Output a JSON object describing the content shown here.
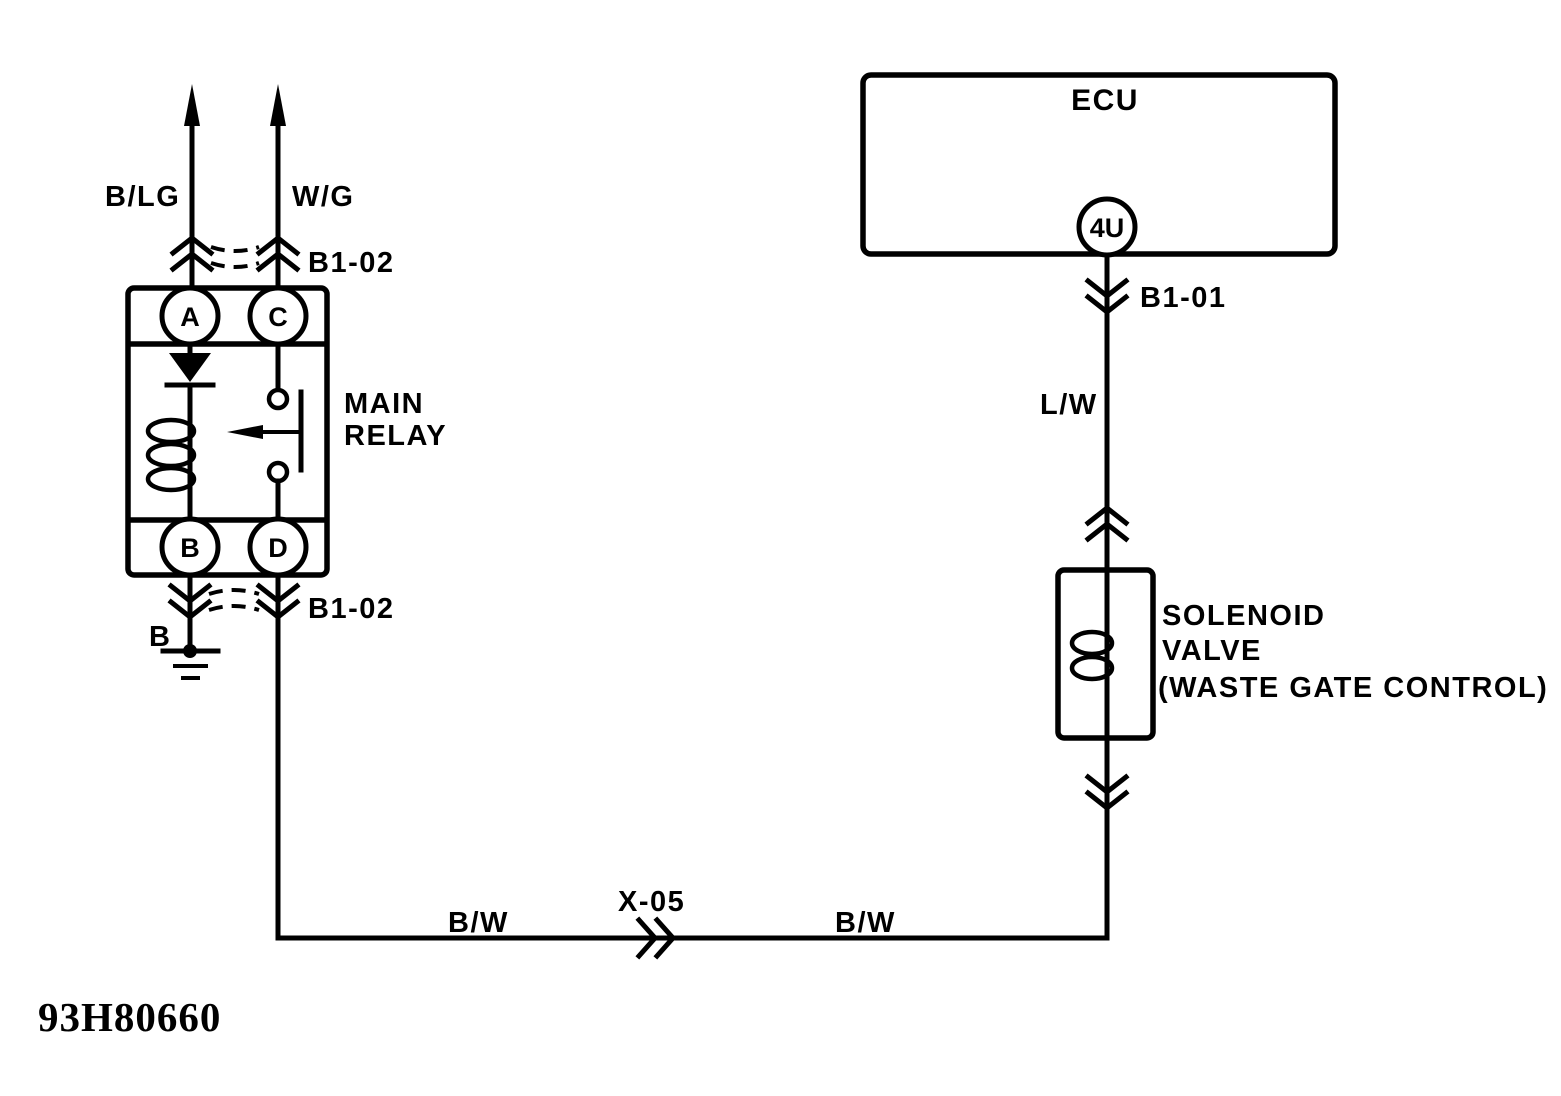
{
  "figure_id": "93H80660",
  "colors": {
    "ink": "#000000",
    "paper": "#ffffff"
  },
  "left_circuit": {
    "feed_wire_left_label": "B/LG",
    "feed_wire_right_label": "W/G",
    "connector_top": "B1-02",
    "relay": {
      "label_line1": "MAIN",
      "label_line2": "RELAY",
      "terminal_a": "A",
      "terminal_c": "C",
      "terminal_b": "B",
      "terminal_d": "D"
    },
    "connector_bottom": "B1-02",
    "ground_wire_label": "B"
  },
  "right_circuit": {
    "ecu_label": "ECU",
    "ecu_terminal": "4U",
    "connector": "B1-01",
    "wire_label": "L/W",
    "solenoid": {
      "label_line1": "SOLENOID",
      "label_line2": "VALVE",
      "label_line3": "(WASTE GATE CONTROL)"
    }
  },
  "bottom_run": {
    "wire_label_left": "B/W",
    "connector": "X-05",
    "wire_label_right": "B/W"
  }
}
